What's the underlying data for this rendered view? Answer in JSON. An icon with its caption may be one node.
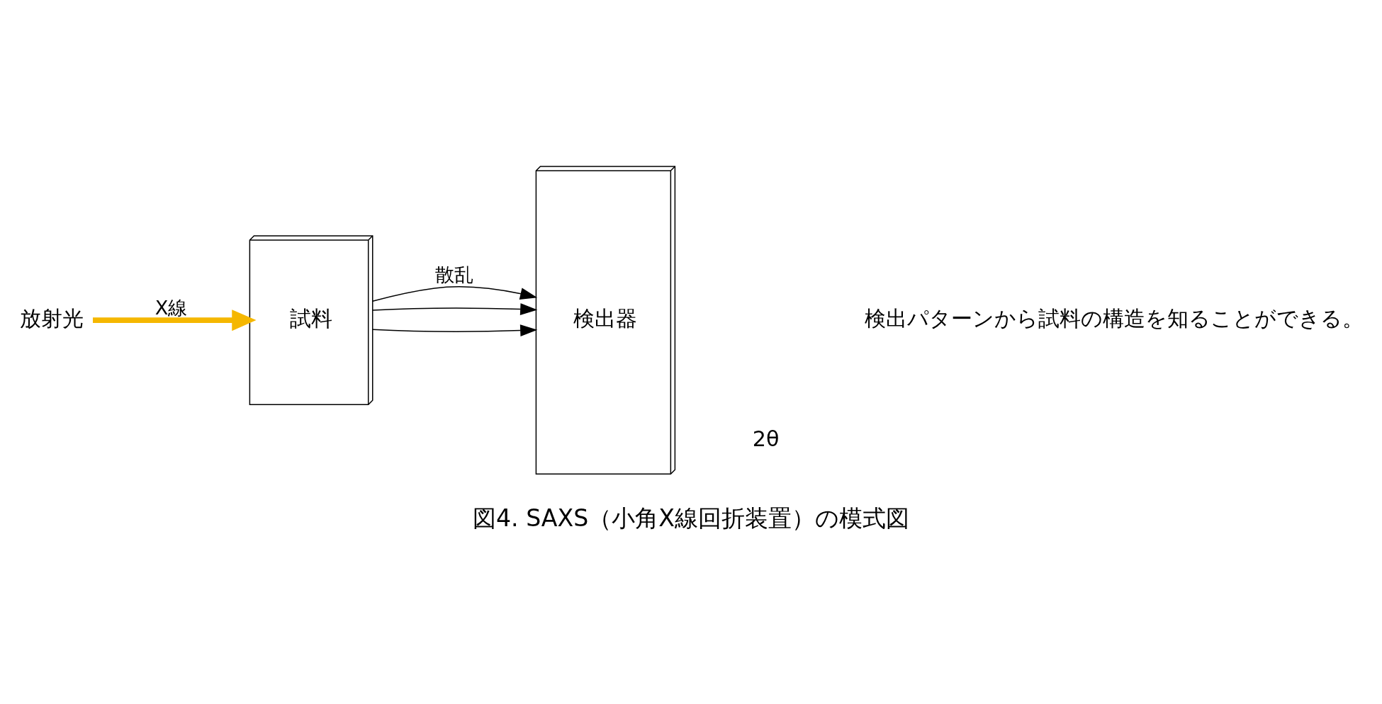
{
  "diagram": {
    "caption": "図4. SAXS（小角X線回折装置）の模式図",
    "nodes": [
      {
        "text": [
          "放射光"
        ]
      },
      {
        "text": [
          "試料"
        ]
      },
      {
        "text": [
          "検出器"
        ]
      }
    ],
    "edges": [
      {
        "from": 0,
        "to": 1,
        "arrow": "to",
        "label": "X線",
        "style": "thick",
        "color": "#f5b700"
      },
      {
        "from": 1,
        "to": 2,
        "arrow": "to",
        "label": "散乱"
      },
      {
        "from": 1,
        "to": 2,
        "arrow": "to"
      },
      {
        "from": 1,
        "to": 2,
        "arrow": "to"
      }
    ],
    "labels": [
      "2θ",
      "検出パターンから試料の構造を知ることができる。"
    ]
  }
}
